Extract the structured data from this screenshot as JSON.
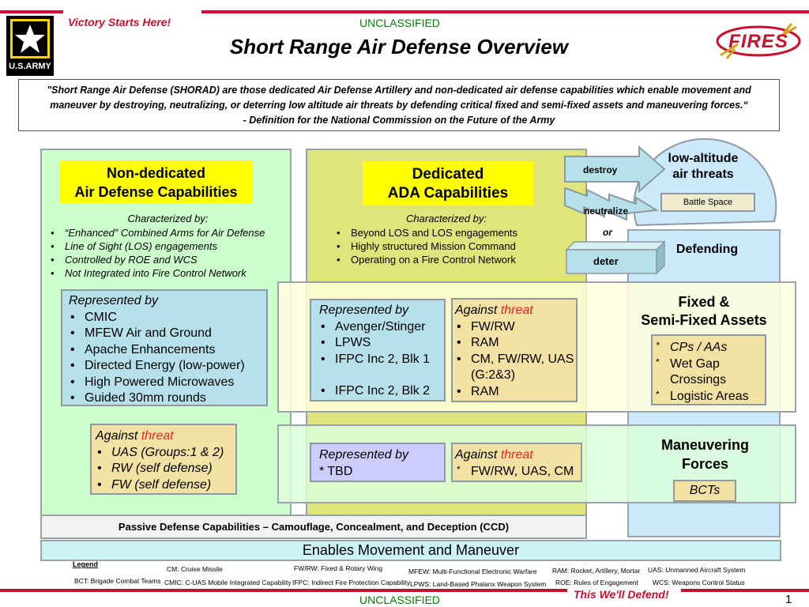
{
  "header": {
    "tagline": "Victory Starts Here!",
    "classification_top": "UNCLASSIFIED",
    "title": "Short Range Air Defense Overview",
    "army_logo_text": "U.S.ARMY",
    "fires_logo_text": "FIRES"
  },
  "definition": {
    "line1": "\"Short Range Air Defense (SHORAD) are those dedicated Air Defense Artillery and non-dedicated air defense capabilities which enable movement and",
    "line2": "maneuver by destroying, neutralizing, or deterring low altitude air threats by defending critical fixed and semi-fixed assets and maneuvering forces.“",
    "line3": "- Definition for the National Commission on the Future of the Army"
  },
  "non_dedicated": {
    "title_line1": "Non-dedicated",
    "title_line2": "Air Defense Capabilities",
    "characterized_by": "Characterized by:",
    "bullets": [
      "“Enhanced” Combined Arms for Air Defense",
      "Line of Sight (LOS) engagements",
      "Controlled by ROE and WCS",
      "Not Integrated into Fire Control Network"
    ],
    "represented_by_label": "Represented by",
    "represented_by": [
      "CMIC",
      "MFEW Air and Ground",
      "Apache Enhancements",
      "Directed Energy (low-power)",
      "High Powered Microwaves",
      "Guided 30mm rounds"
    ],
    "against_label": "Against",
    "threat_word": "threat",
    "against": [
      "UAS (Groups:1 & 2)",
      "RW (self defense)",
      "FW (self defense)"
    ]
  },
  "dedicated": {
    "title_line1": "Dedicated",
    "title_line2": "ADA Capabilities",
    "characterized_by": "Characterized by:",
    "bullets": [
      "Beyond LOS and LOS engagements",
      "Highly structured Mission Command",
      "Operating on a Fire Control Network"
    ],
    "represented_by_label": "Represented by",
    "represented_by": [
      "Avenger/Stinger",
      "LPWS",
      "IFPC Inc 2, Blk 1",
      "IFPC Inc 2, Blk 2"
    ],
    "against_label": "Against",
    "threat_word": "threat",
    "against": [
      "FW/RW",
      "RAM",
      "CM, FW/RW, UAS (G:2&3)",
      "RAM"
    ],
    "represented_by_2_label": "Represented by",
    "represented_by_2": "* TBD",
    "against_2": "FW/RW, UAS, CM"
  },
  "threats": {
    "low_altitude_line1": "low-altitude",
    "low_altitude_line2": "air threats",
    "battle_space": "Battle Space",
    "destroy": "destroy",
    "neutralize": "neutralize",
    "or": "or",
    "deter": "deter",
    "defending": "Defending"
  },
  "fixed": {
    "title_line1": "Fixed &",
    "title_line2": "Semi-Fixed Assets",
    "items": [
      "CPs / AAs",
      "Wet Gap Crossings",
      "Logistic Areas"
    ]
  },
  "maneuvering": {
    "title_line1": "Maneuvering",
    "title_line2": "Forces",
    "bcts": "BCTs"
  },
  "passive_defense": "Passive Defense Capabilities – Camouflage, Concealment, and Deception (CCD)",
  "enables": "Enables Movement and Maneuver",
  "legend": {
    "title": "Legend",
    "bct": "BCT:  Brigade Combat Teams",
    "cm": "CM:  Cruise Missile",
    "cmic": "CMIC:  C-UAS Mobile Integrated Capability",
    "fwrw": "FW/RW:  Fixed & Rotary Wing",
    "ifpc": "IFPC: Indirect Fire Protection Capability",
    "mfew": "MFEW:  Multi-Functional Electronic Warfare",
    "lpws": "LPWS: Land-Based Phalanx Weapon System",
    "ram": "RAM:  Rocket, Artillery, Mortar",
    "roe": "ROE:  Rules of Engagement",
    "uas": "UAS:  Unmanned Aircraft System",
    "wcs": "WCS:  Weapons Control Status"
  },
  "footer": {
    "slogan": "This We'll Defend!",
    "classification_bottom": "UNCLASSIFIED",
    "page_number": "1"
  },
  "colors": {
    "army_red": "#c8102e",
    "threat_red": "#e8231c",
    "green_panel": "#ccffcc",
    "olive_panel": "#dfe57a",
    "blue_panel": "#cce9fb",
    "yellow_title": "#ffff00",
    "light_blue_box": "#b6e0ea",
    "tan_box": "#f4e1a4",
    "lavender_box": "#ccccff"
  }
}
